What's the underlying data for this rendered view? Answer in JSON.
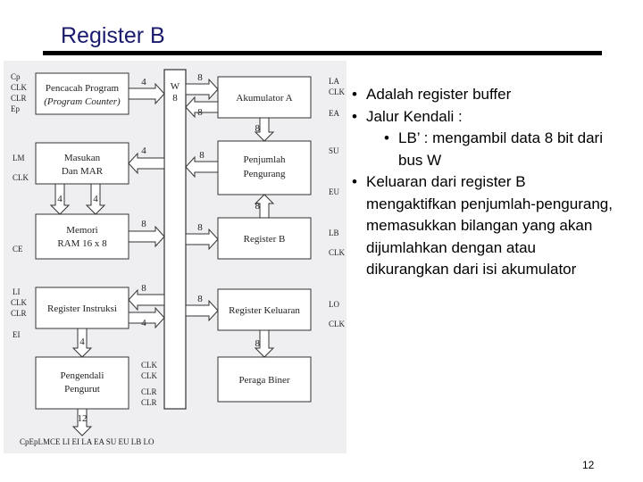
{
  "slide": {
    "title": "Register B",
    "page_number": "12"
  },
  "bullets": [
    {
      "text": "Adalah register buffer",
      "level": 1
    },
    {
      "text": "Jalur Kendali :",
      "level": 1
    },
    {
      "text": "LB’ : mengambil data 8 bit dari bus W",
      "level": 2
    },
    {
      "text": "Keluaran dari register B mengaktifkan penjumlah-pengurang, memasukkan bilangan yang akan dijumlahkan dengan atau dikurangkan dari isi akumulator",
      "level": 1
    }
  ],
  "diagram": {
    "blocks": {
      "pc_line1": "Pencacah Program",
      "pc_line2": "(Program Counter)",
      "mar_line1": "Masukan",
      "mar_line2": "Dan MAR",
      "ram_line1": "Memori",
      "ram_line2": "RAM 16 x 8",
      "ir": "Register Instruksi",
      "ctrl_line1": "Pengendali",
      "ctrl_line2": "Pengurut",
      "bus_line1": "W",
      "bus_line2": "8",
      "acc": "Akumulator A",
      "alu_line1": "Penjumlah",
      "alu_line2": "Pengurang",
      "regb": "Register B",
      "out": "Register Keluaran",
      "display": "Peraga Biner"
    },
    "left_signals": {
      "pc": [
        "Cp",
        "CLK",
        "CLR",
        "Ep"
      ],
      "mar": [
        "LM",
        "CLK"
      ],
      "ram": [
        "CE"
      ],
      "ir": [
        "LI",
        "CLK",
        "CLR",
        "EI"
      ]
    },
    "right_signals": {
      "acc": [
        "LA",
        "CLK",
        "EA"
      ],
      "alu": [
        "SU",
        "EU"
      ],
      "regb": [
        "LB",
        "CLK"
      ],
      "out": [
        "LO",
        "CLK"
      ]
    },
    "ctrl_signals": [
      "CLK",
      "CLK",
      "CLR",
      "CLR"
    ],
    "bottom_signals": "CpEpLMCE  LI EI LA EA  SU EU LB LO",
    "widths": {
      "pc_bus": "4",
      "mar_bus": "4",
      "ram_bus": "8",
      "ir_bus_top": "8",
      "ir_bus_bottom": "4",
      "bus_acc_top": "8",
      "bus_acc_bottom": "8",
      "bus_alu": "8",
      "bus_regb": "8",
      "bus_out": "8",
      "acc_alu": "8",
      "regb_alu": "8",
      "out_display": "8",
      "mar_ram_left": "4",
      "mar_ram_right": "4",
      "ir_ctrl": "4",
      "ctrl_out": "12"
    }
  }
}
